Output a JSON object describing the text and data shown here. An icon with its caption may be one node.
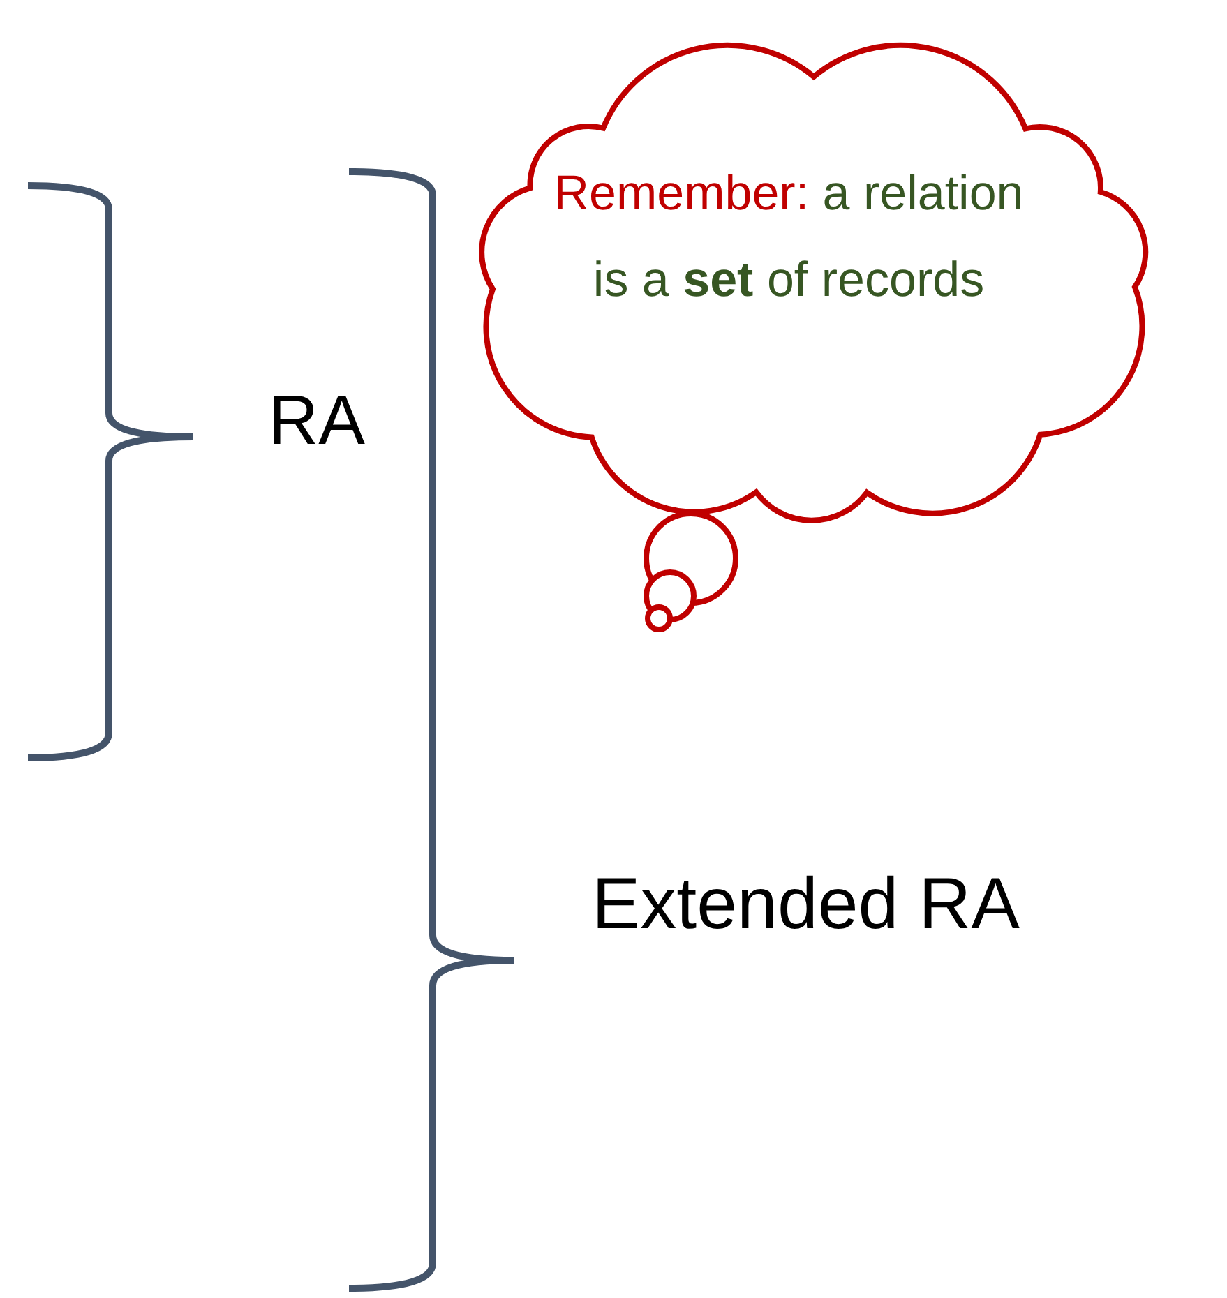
{
  "diagram": {
    "nodes": [
      {
        "text": [
          "Remember:",
          "a relation is a **set** of records"
        ]
      }
    ],
    "labels": [
      "RA",
      "Extended RA"
    ]
  }
}
